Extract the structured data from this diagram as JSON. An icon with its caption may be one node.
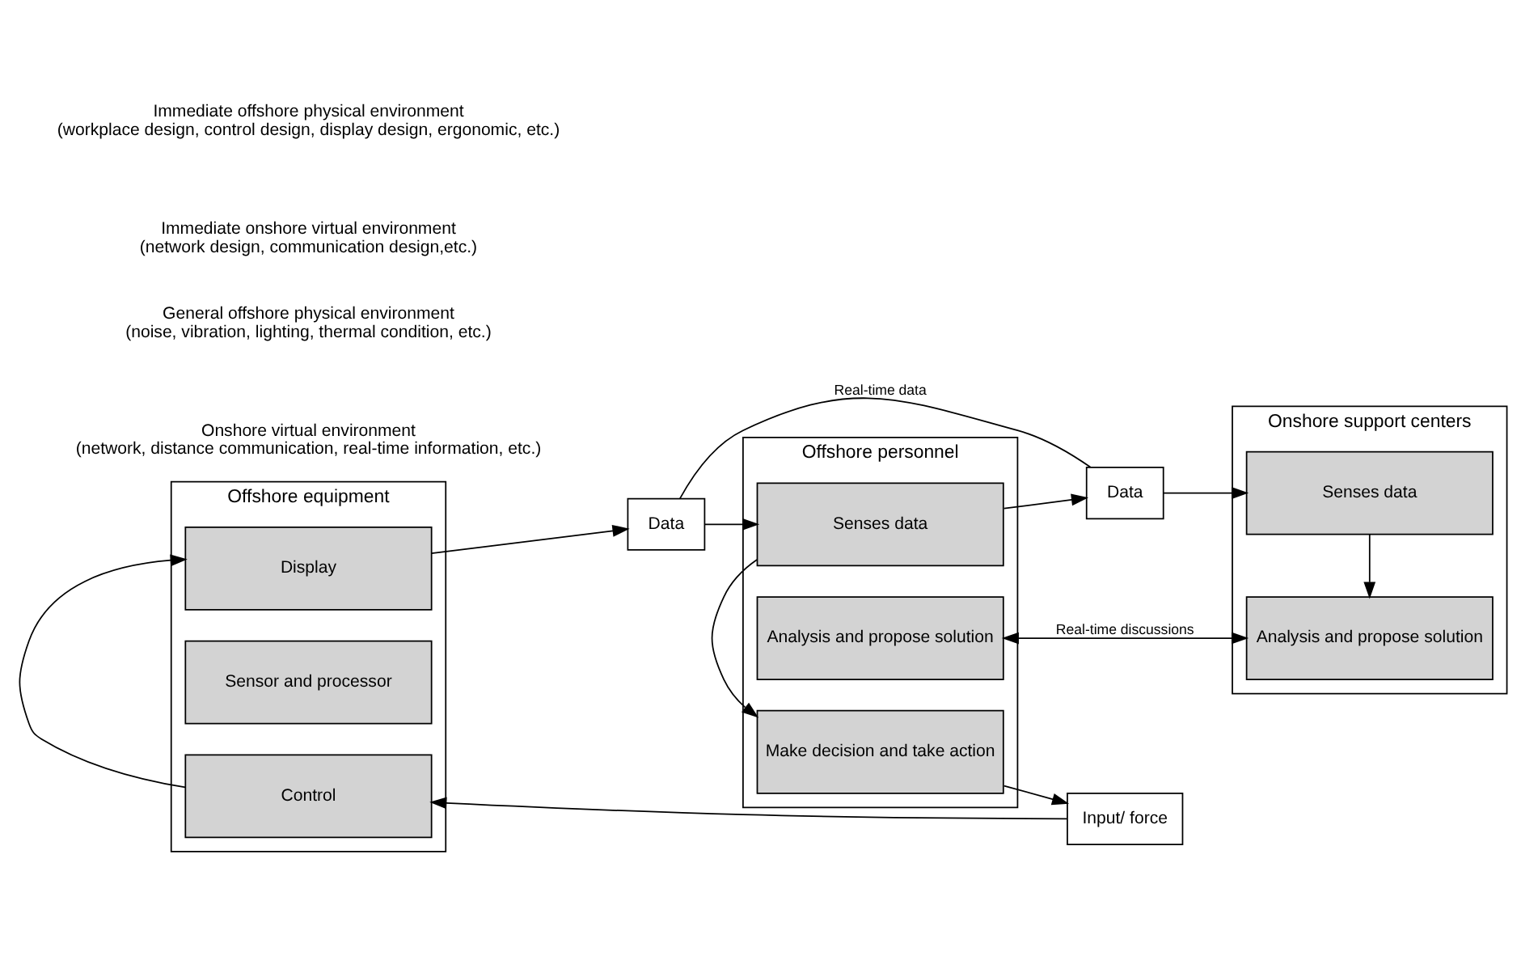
{
  "diagram": {
    "nodes": [
      {
        "text": [
          "Offshore equipment"
        ]
      },
      {
        "text": [
          "Display"
        ],
        "in": 0
      },
      {
        "text": [
          "Sensor and processor"
        ],
        "in": 0
      },
      {
        "text": [
          "Control"
        ],
        "in": 0
      },
      {
        "text": [
          "Data"
        ]
      },
      {
        "text": [
          "Offshore personnel"
        ]
      },
      {
        "text": [
          "Senses data"
        ],
        "in": 5
      },
      {
        "text": [
          "Analysis and propose solution"
        ],
        "in": 5
      },
      {
        "text": [
          "Make decision and take action"
        ],
        "in": 5
      },
      {
        "text": [
          "Input/ force"
        ]
      },
      {
        "text": [
          "Data"
        ]
      },
      {
        "text": [
          "Onshore support centers"
        ]
      },
      {
        "text": [
          "Senses data"
        ],
        "in": 11
      },
      {
        "text": [
          "Analysis and propose solution"
        ],
        "in": 11
      }
    ],
    "edges": [
      {
        "from": 1,
        "to": 4,
        "arrow": "to"
      },
      {
        "from": 4,
        "to": 6,
        "arrow": "to"
      },
      {
        "from": 4,
        "to": 10,
        "arrow": "none",
        "label": "Real-time data"
      },
      {
        "from": 6,
        "to": 10,
        "arrow": "to"
      },
      {
        "from": 10,
        "to": 12,
        "arrow": "to"
      },
      {
        "from": 12,
        "to": 13,
        "arrow": "to"
      },
      {
        "from": 7,
        "to": 13,
        "arrow": "both",
        "label": "Real-time discussions"
      },
      {
        "from": 6,
        "to": 8,
        "arrow": "to"
      },
      {
        "from": 8,
        "to": 9,
        "arrow": "to"
      },
      {
        "from": 9,
        "to": 3,
        "arrow": "to"
      },
      {
        "from": 3,
        "to": 1,
        "arrow": "to"
      }
    ],
    "labels": [
      "General offshore physical environment",
      "(noise, vibration, lighting, thermal condition, etc.)",
      "Onshore virtual environment",
      "(network, distance communication, real-time information, etc.)",
      "Immediate offshore physical environment",
      "(workplace design, control design, display design, ergonomic, etc.)",
      "Immediate onshore virtual environment",
      "(network design, communication design,etc.)"
    ]
  }
}
